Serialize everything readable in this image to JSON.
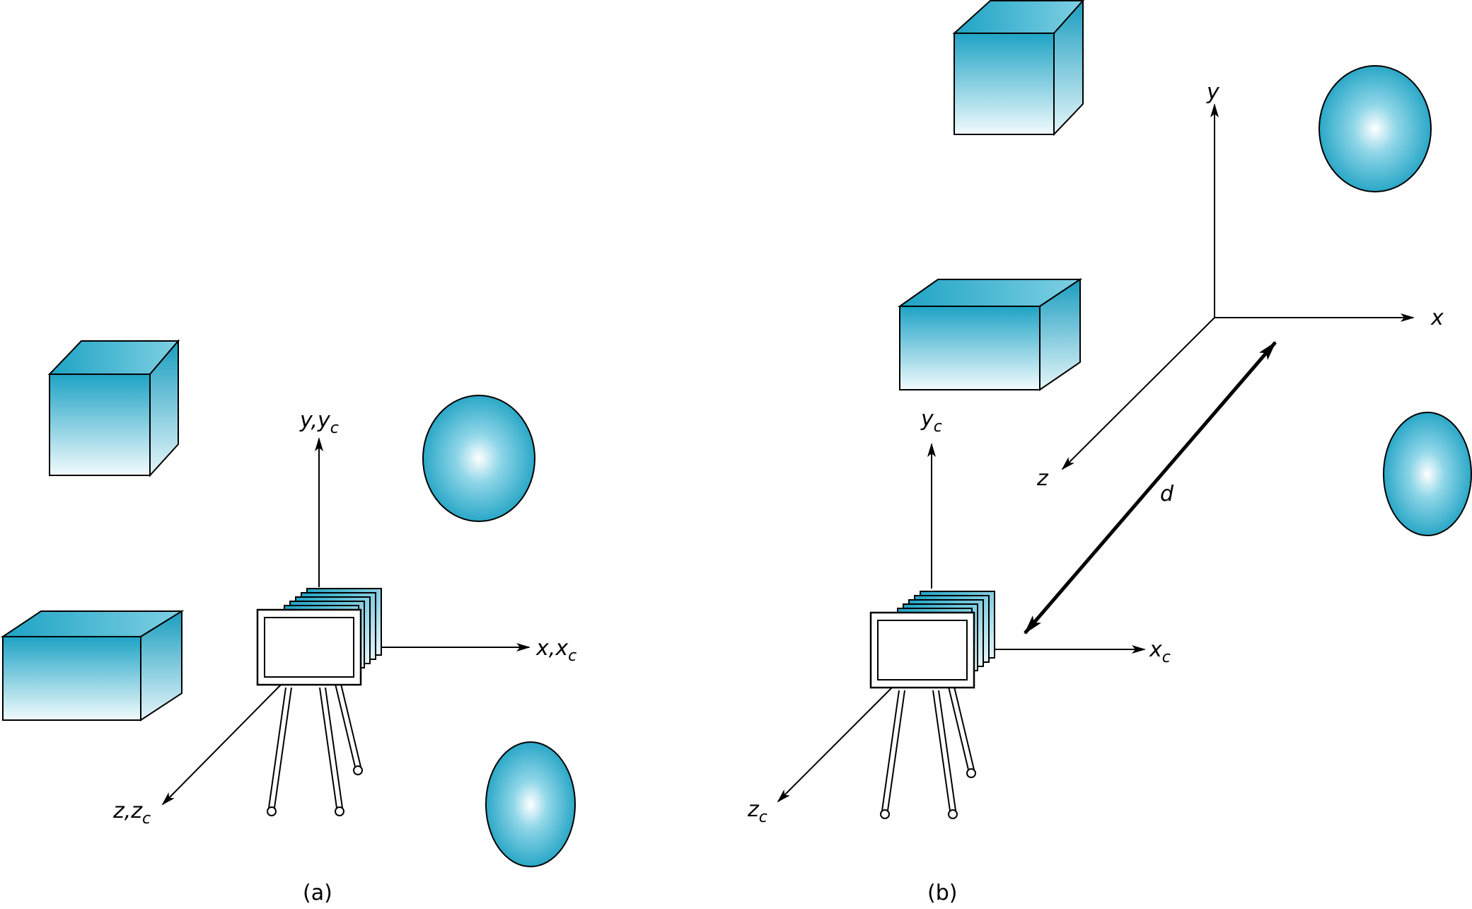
{
  "panels": [
    {
      "caption": "(a)",
      "axes": {
        "y": {
          "main": "y",
          "comma": ",",
          "sub_base": "y",
          "sub": "c"
        },
        "x": {
          "main": "x",
          "comma": ",",
          "sub_base": "x",
          "sub": "c"
        },
        "z": {
          "main": "z",
          "comma": ",",
          "sub_base": "z",
          "sub": "c"
        }
      }
    },
    {
      "caption": "(b)",
      "camera_axes": {
        "y": {
          "base": "y",
          "sub": "c"
        },
        "x": {
          "base": "x",
          "sub": "c"
        },
        "z": {
          "base": "z",
          "sub": "c"
        }
      },
      "world_axes": {
        "y": "y",
        "x": "x",
        "z": "z"
      },
      "distance_label": "d"
    }
  ],
  "colors": {
    "object_fill_dark": "#1ea3c5",
    "object_fill_light": "#ffffff",
    "stroke": "#000000"
  }
}
